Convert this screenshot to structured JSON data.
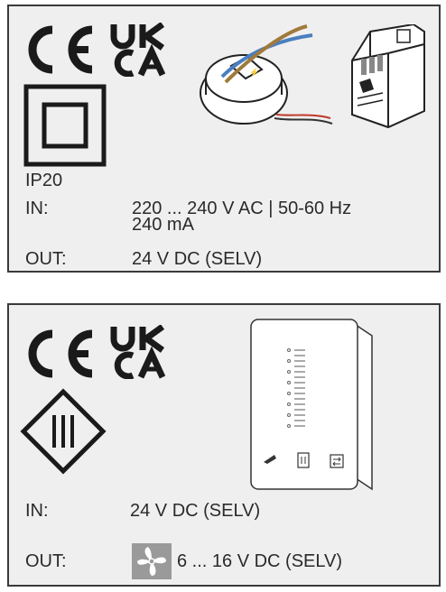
{
  "panel1": {
    "marks": {
      "ce": "CE mark",
      "ukca": "UKCA mark",
      "class2": "protection class II"
    },
    "ip_rating": "IP20",
    "in_label": "IN:",
    "in_line1": "220 ... 240 V AC | 50-60 Hz",
    "in_line2": "240 mA",
    "out_label": "OUT:",
    "out_value": "24 V DC (SELV)",
    "icons": [
      "ce-icon",
      "ukca-icon",
      "class-ii-icon",
      "round-module-icon",
      "din-rail-power-supply-icon"
    ]
  },
  "panel2": {
    "marks": {
      "ce": "CE mark",
      "ukca": "UKCA mark",
      "class3": "protection class III"
    },
    "in_label": "IN:",
    "in_value": "24 V DC (SELV)",
    "out_label": "OUT:",
    "out_value": "6 ... 16 V DC (SELV)",
    "icons": [
      "ce-icon",
      "ukca-icon",
      "class-iii-icon",
      "wall-controller-icon",
      "fan-icon"
    ]
  },
  "colors": {
    "panel_bg": "#efefef",
    "border": "#3a3a3a",
    "text": "#2a2a2a",
    "wire_blue": "#4a7fc0",
    "wire_brown": "#a07a3c",
    "wire_red": "#c0392b"
  }
}
